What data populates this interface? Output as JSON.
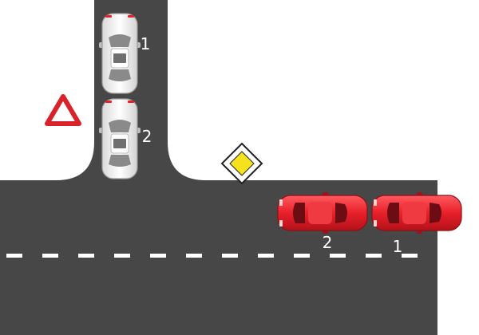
{
  "colors": {
    "road": "#474747",
    "lane_marking": "#ffffff",
    "background": "#ffffff",
    "red_car": "#e8202a",
    "white_car": "#f4f4f4",
    "warning_sign_border": "#d8232a",
    "priority_sign_fill": "#f5e11c"
  },
  "signs": {
    "warning": {
      "icon": "give-way-warning-triangle-icon"
    },
    "priority": {
      "icon": "priority-road-diamond-icon"
    }
  },
  "cars": {
    "white_car_1": {
      "label": "1",
      "color_name": "white"
    },
    "white_car_2": {
      "label": "2",
      "color_name": "white"
    },
    "red_car_1": {
      "label": "1",
      "color_name": "red"
    },
    "red_car_2": {
      "label": "2",
      "color_name": "red"
    }
  }
}
